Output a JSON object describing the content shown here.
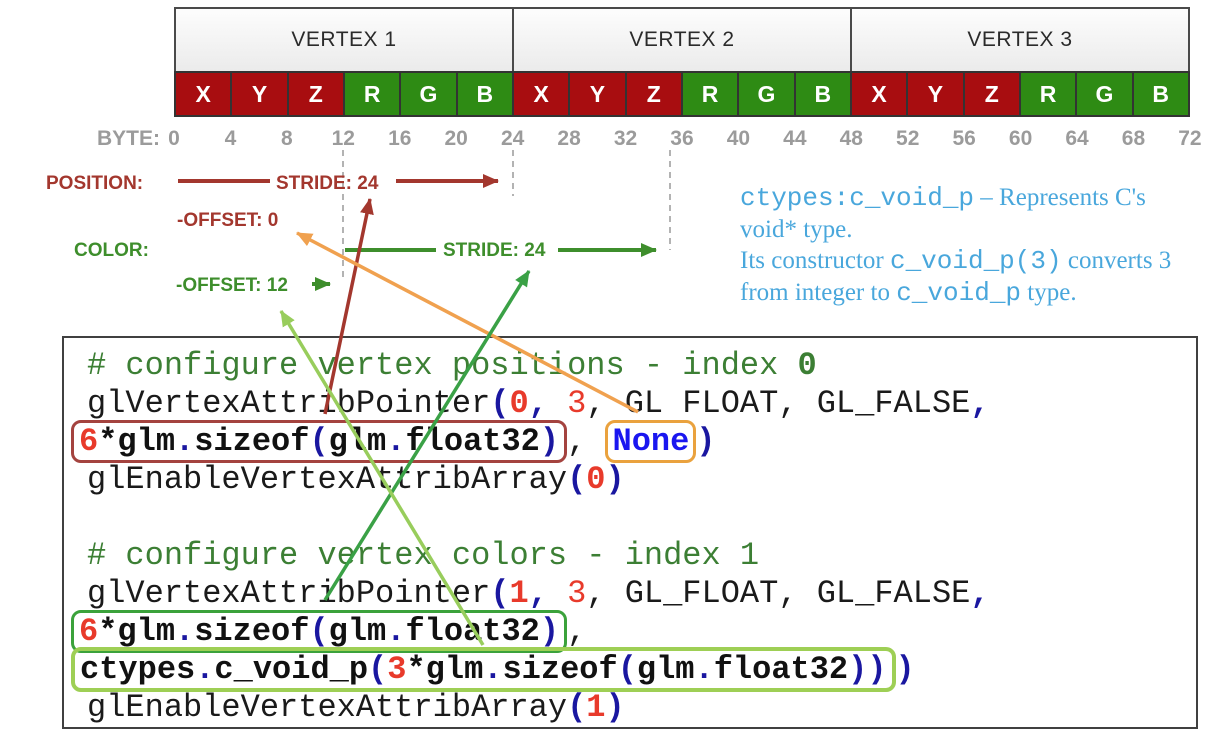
{
  "table": {
    "byte_label": "BYTE:",
    "vertices": [
      "VERTEX 1",
      "VERTEX 2",
      "VERTEX 3"
    ],
    "components": [
      "X",
      "Y",
      "Z",
      "R",
      "G",
      "B"
    ],
    "byte_ticks": [
      "0",
      "4",
      "8",
      "12",
      "16",
      "20",
      "24",
      "28",
      "32",
      "36",
      "40",
      "44",
      "48",
      "52",
      "56",
      "60",
      "64",
      "68",
      "72"
    ]
  },
  "annotations": {
    "position_label": "POSITION:",
    "position_stride": "STRIDE: 24",
    "position_offset": "-OFFSET: 0",
    "color_label": "COLOR:",
    "color_stride": "STRIDE: 24",
    "color_offset": "-OFFSET: 12"
  },
  "note": {
    "lines": [
      [
        {
          "t": "ctypes:c_void_p",
          "m": true
        },
        {
          "t": " – Represents C's",
          "m": false
        }
      ],
      [
        {
          "t": "void* type.",
          "m": false
        }
      ],
      [
        {
          "t": "Its constructor ",
          "m": false
        },
        {
          "t": "c_void_p(3)",
          "m": true
        },
        {
          "t": " converts 3",
          "m": false
        }
      ],
      [
        {
          "t": "from integer to ",
          "m": false
        },
        {
          "t": "c_void_p",
          "m": true
        },
        {
          "t": " type.",
          "m": false
        }
      ]
    ]
  },
  "code": {
    "lines": [
      [
        {
          "t": "# configure vertex positions - index ",
          "c": "c"
        },
        {
          "t": "0",
          "c": "cb"
        }
      ],
      [
        {
          "t": "glVertexAttribPointer",
          "c": "k"
        },
        {
          "t": "(",
          "c": "p"
        },
        {
          "t": "0",
          "c": "rb"
        },
        {
          "t": ",",
          "c": "p"
        },
        {
          "t": " ",
          "c": "k"
        },
        {
          "t": "3",
          "c": "r"
        },
        {
          "t": ", GL FLOAT, GL_FALSE",
          "c": "k"
        },
        {
          "t": ",",
          "c": "p"
        }
      ],
      [
        {
          "t": "6",
          "c": "rb",
          "box": "red"
        },
        {
          "t": "*glm",
          "c": "kb",
          "box": "red"
        },
        {
          "t": ".",
          "c": "p",
          "box": "red"
        },
        {
          "t": "sizeof",
          "c": "kb",
          "box": "red"
        },
        {
          "t": "(",
          "c": "p",
          "box": "red"
        },
        {
          "t": "glm",
          "c": "kb",
          "box": "red"
        },
        {
          "t": ".",
          "c": "p",
          "box": "red"
        },
        {
          "t": "float32",
          "c": "kb",
          "box": "red"
        },
        {
          "t": ")",
          "c": "p",
          "box": "red"
        },
        {
          "t": ", ",
          "c": "k"
        },
        {
          "t": "None",
          "c": "blue",
          "box": "orange"
        },
        {
          "t": ")",
          "c": "p"
        }
      ],
      [
        {
          "t": "glEnableVertexAttribArray",
          "c": "k"
        },
        {
          "t": "(",
          "c": "p"
        },
        {
          "t": "0",
          "c": "rb"
        },
        {
          "t": ")",
          "c": "p"
        }
      ],
      [],
      [
        {
          "t": "# configure vertex colors - index 1",
          "c": "c"
        }
      ],
      [
        {
          "t": "glVertexAttribPointer",
          "c": "k"
        },
        {
          "t": "(",
          "c": "p"
        },
        {
          "t": "1",
          "c": "rb"
        },
        {
          "t": ",",
          "c": "p"
        },
        {
          "t": " ",
          "c": "k"
        },
        {
          "t": "3",
          "c": "r"
        },
        {
          "t": ", GL_FLOAT, GL_FALSE",
          "c": "k"
        },
        {
          "t": ",",
          "c": "p"
        }
      ],
      [
        {
          "t": "6",
          "c": "rb",
          "box": "green"
        },
        {
          "t": "*glm",
          "c": "kb",
          "box": "green"
        },
        {
          "t": ".",
          "c": "p",
          "box": "green"
        },
        {
          "t": "sizeof",
          "c": "kb",
          "box": "green"
        },
        {
          "t": "(",
          "c": "p",
          "box": "green"
        },
        {
          "t": "glm",
          "c": "kb",
          "box": "green"
        },
        {
          "t": ".",
          "c": "p",
          "box": "green"
        },
        {
          "t": "float32",
          "c": "kb",
          "box": "green"
        },
        {
          "t": ")",
          "c": "p",
          "box": "green"
        },
        {
          "t": ",",
          "c": "k"
        }
      ],
      [
        {
          "t": "ctypes",
          "c": "kb",
          "box": "lgreen"
        },
        {
          "t": ".",
          "c": "p",
          "box": "lgreen"
        },
        {
          "t": "c_void_p",
          "c": "kb",
          "box": "lgreen"
        },
        {
          "t": "(",
          "c": "p",
          "box": "lgreen"
        },
        {
          "t": "3",
          "c": "rb",
          "box": "lgreen"
        },
        {
          "t": "*glm",
          "c": "kb",
          "box": "lgreen"
        },
        {
          "t": ".",
          "c": "p",
          "box": "lgreen"
        },
        {
          "t": "sizeof",
          "c": "kb",
          "box": "lgreen"
        },
        {
          "t": "(",
          "c": "p",
          "box": "lgreen"
        },
        {
          "t": "glm",
          "c": "kb",
          "box": "lgreen"
        },
        {
          "t": ".",
          "c": "p",
          "box": "lgreen"
        },
        {
          "t": "float32",
          "c": "kb",
          "box": "lgreen"
        },
        {
          "t": "))",
          "c": "p",
          "box": "lgreen"
        },
        {
          "t": ")",
          "c": "p"
        }
      ],
      [
        {
          "t": "glEnableVertexAttribArray",
          "c": "k"
        },
        {
          "t": "(",
          "c": "p"
        },
        {
          "t": "1",
          "c": "rb"
        },
        {
          "t": ")",
          "c": "p"
        }
      ]
    ]
  },
  "colors": {
    "cell-red": "#A80D10",
    "cell-green": "#2E8B14",
    "border-dark": "#4A4A4A",
    "ann-red": "#A3372E",
    "ann-green": "#3E8E2C",
    "tick-gray": "#9B9B9B",
    "note-blue": "#49A7DC",
    "comment-green": "#3C7F34",
    "code-red": "#E83A2B",
    "navy": "#1A17A0",
    "bright-blue": "#1A16F0",
    "box-red": "#A4433F",
    "box-orange": "#EAA23E",
    "box-green": "#3BA23B",
    "box-lgreen": "#9ECF55",
    "arrow-orange": "#F0A14F",
    "arrow-mgreen": "#3AA146",
    "arrow-lgreen": "#98CD5C"
  }
}
